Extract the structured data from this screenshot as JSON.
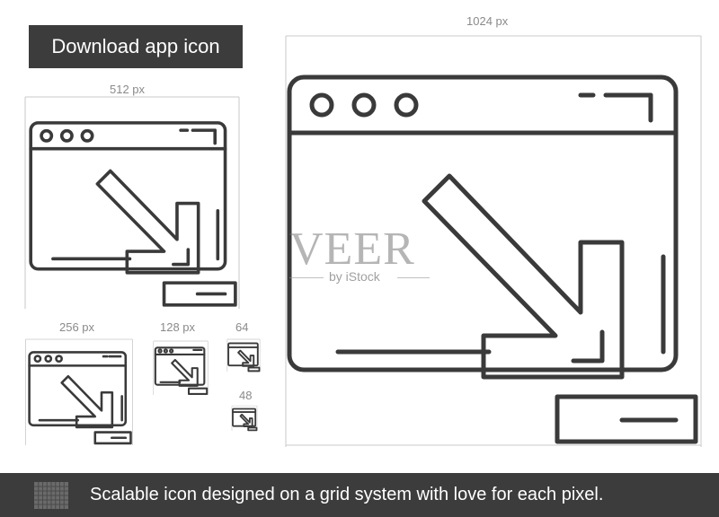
{
  "title": "Download app icon",
  "sizes": {
    "s1024": "1024 px",
    "s512": "512 px",
    "s256": "256 px",
    "s128": "128 px",
    "s64": "64",
    "s48": "48"
  },
  "watermark": {
    "brand": "VEER",
    "sub": "by iStock"
  },
  "footer": {
    "text": "Scalable icon designed on a grid system with love for each pixel."
  },
  "colors": {
    "stroke": "#3a3a3a",
    "guide": "#c8c8c8",
    "bar": "#3c3c3c"
  },
  "icon_name": "download-app-icon"
}
